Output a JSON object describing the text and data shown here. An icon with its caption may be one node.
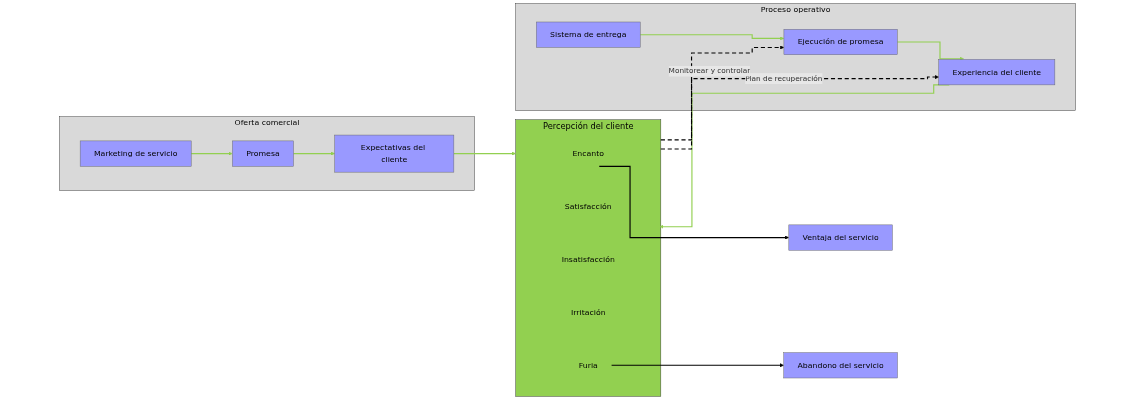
{
  "diagram": {
    "nodes": [
      {
        "text": [
          "Oferta comercial"
        ]
      },
      {
        "text": [
          "Marketing de servicio"
        ],
        "in": 0
      },
      {
        "text": [
          "Promesa"
        ],
        "in": 0
      },
      {
        "text": [
          "Expectativas del cliente"
        ],
        "in": 0
      },
      {
        "text": [
          "Proceso operativo"
        ]
      },
      {
        "text": [
          "Sistema de entrega"
        ],
        "in": 4
      },
      {
        "text": [
          "Ejecución de promesa"
        ],
        "in": 4
      },
      {
        "text": [
          "Experiencia del cliente"
        ],
        "in": 4
      },
      {
        "text": [
          "Percepción del cliente"
        ]
      },
      {
        "text": [
          "Encanto"
        ],
        "in": 8
      },
      {
        "text": [
          "Satisfacción"
        ],
        "in": 8
      },
      {
        "text": [
          "Insatisfacción"
        ],
        "in": 8
      },
      {
        "text": [
          "Irritación"
        ],
        "in": 8
      },
      {
        "text": [
          "Furia"
        ],
        "in": 8
      },
      {
        "text": [
          "Ventaja del servicio"
        ]
      },
      {
        "text": [
          "Abandono del servicio"
        ]
      }
    ],
    "edges": [
      {
        "from": 1,
        "to": 2,
        "arrow": "to"
      },
      {
        "from": 2,
        "to": 3,
        "arrow": "to"
      },
      {
        "from": 5,
        "to": 6,
        "arrow": "to"
      },
      {
        "from": 6,
        "to": 7,
        "arrow": "to"
      },
      {
        "from": 3,
        "to": 8,
        "arrow": "to"
      },
      {
        "from": 7,
        "to": 8,
        "arrow": "to"
      },
      {
        "from": 9,
        "to": 14,
        "arrow": "to",
        "color": "#000000"
      },
      {
        "from": 13,
        "to": 15,
        "arrow": "to",
        "color": "#000000"
      },
      {
        "from": 8,
        "to": 7,
        "arrow": "to",
        "label": "Plan de recuperación",
        "style": "dashed",
        "color": "#000000"
      },
      {
        "from": 8,
        "to": 6,
        "arrow": "to",
        "label": "Monitorear y controlar",
        "style": "dashed",
        "color": "#000000"
      }
    ]
  }
}
